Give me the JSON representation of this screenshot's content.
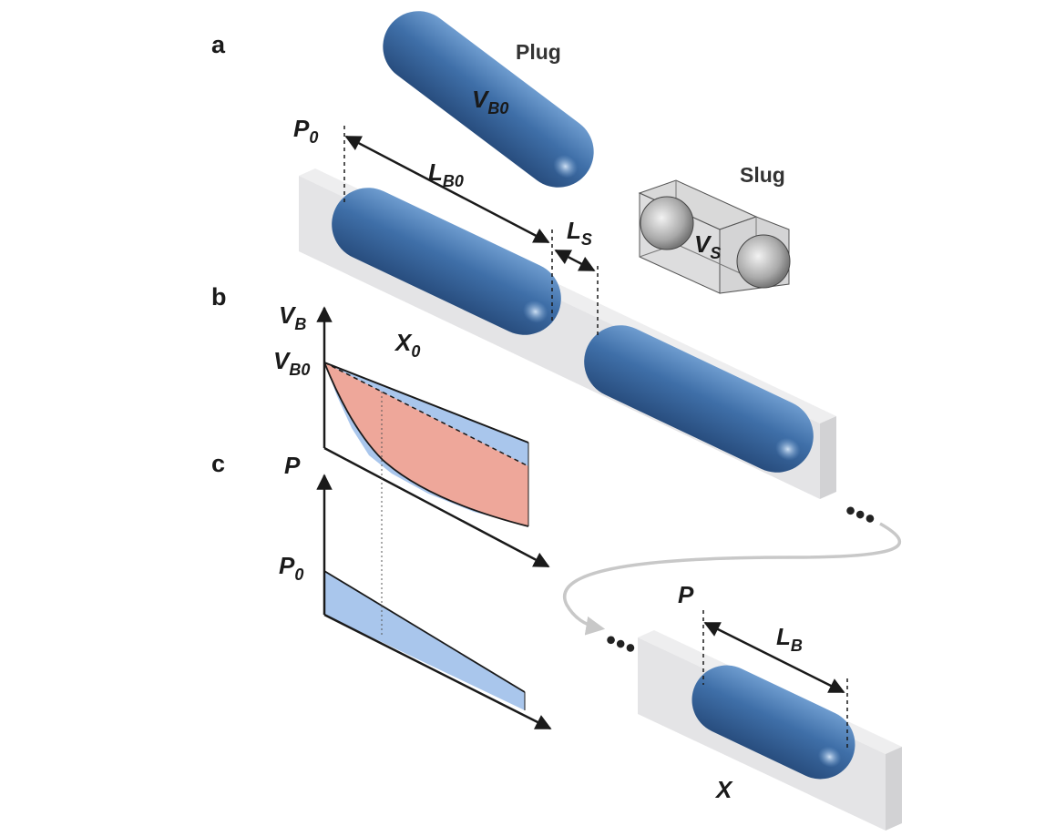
{
  "panels": {
    "a": "a",
    "b": "b",
    "c": "c"
  },
  "labels": {
    "plug": "Plug",
    "slug": "Slug",
    "dots": "•••"
  },
  "symbols": {
    "VB0_plug": {
      "main": "V",
      "sub": "B0"
    },
    "P0_top": {
      "main": "P",
      "sub": "0"
    },
    "LB0": {
      "main": "L",
      "sub": "B0"
    },
    "LS": {
      "main": "L",
      "sub": "S"
    },
    "VS": {
      "main": "V",
      "sub": "S"
    },
    "X0": {
      "main": "X",
      "sub": "0"
    },
    "VB_axis": {
      "main": "V",
      "sub": "B"
    },
    "VB0_axis": {
      "main": "V",
      "sub": "B0"
    },
    "P_axis": {
      "main": "P",
      "sub": ""
    },
    "P0_axis": {
      "main": "P",
      "sub": "0"
    },
    "P_bottom": {
      "main": "P",
      "sub": ""
    },
    "LB": {
      "main": "L",
      "sub": "B"
    },
    "X": {
      "main": "X",
      "sub": ""
    }
  },
  "colors": {
    "plug_blue": "#3f6fa8",
    "channel_gray": "#e4e4e6",
    "area_blue": "#a9c6ec",
    "area_red": "#eea79a",
    "arrow_gray": "#c8c8c8",
    "ink": "#1a1a1a"
  }
}
